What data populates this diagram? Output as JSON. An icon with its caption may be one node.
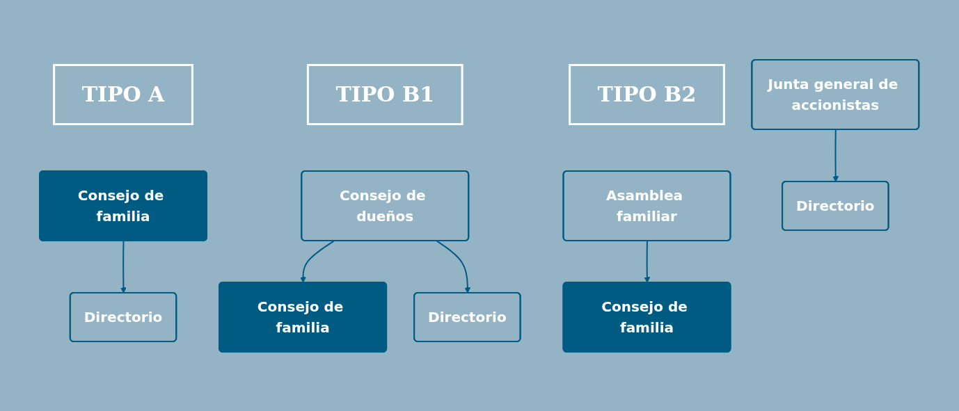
{
  "diagram": {
    "nodes": [
      {
        "text": [
          "TIPO A"
        ]
      },
      {
        "text": [
          "TIPO B1"
        ]
      },
      {
        "text": [
          "TIPO B2"
        ]
      },
      {
        "text": [
          "Consejo de familia"
        ]
      },
      {
        "text": [
          "Directorio"
        ]
      },
      {
        "text": [
          "Consejo de dueños"
        ]
      },
      {
        "text": [
          "Consejo de familia"
        ]
      },
      {
        "text": [
          "Directorio"
        ]
      },
      {
        "text": [
          "Asamblea familiar"
        ]
      },
      {
        "text": [
          "Junta general de accionistas"
        ]
      },
      {
        "text": [
          "Consejo de familia"
        ]
      },
      {
        "text": [
          "Directorio"
        ]
      }
    ],
    "edges": [
      {
        "from": 3,
        "to": 4,
        "arrow": "to"
      },
      {
        "from": 5,
        "to": 6,
        "arrow": "to"
      },
      {
        "from": 5,
        "to": 7,
        "arrow": "to"
      },
      {
        "from": 8,
        "to": 10,
        "arrow": "to"
      },
      {
        "from": 9,
        "to": 11,
        "arrow": "to"
      }
    ]
  }
}
